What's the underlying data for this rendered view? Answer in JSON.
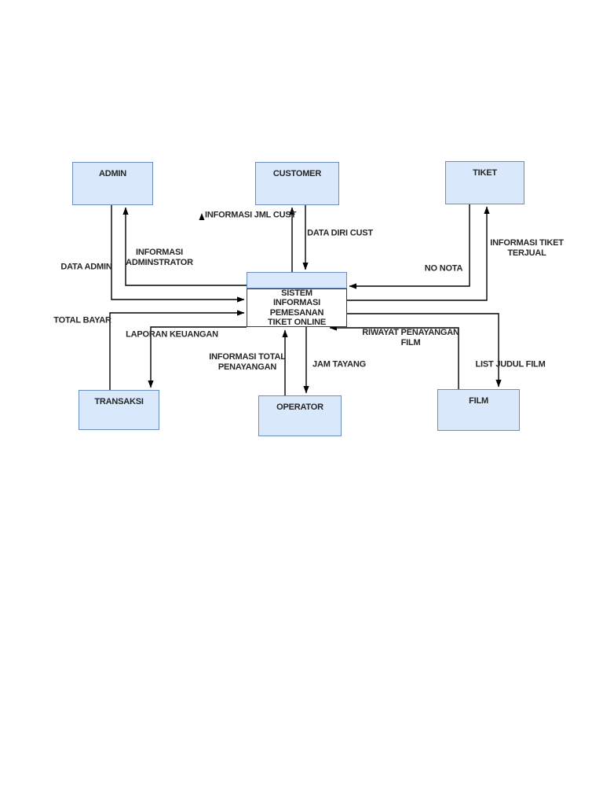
{
  "diagram": {
    "type": "data-flow-diagram",
    "colors": {
      "entity_fill": "#dae8fc",
      "entity_border": "#6c8ebf",
      "process_body_border": "#3d3d3d",
      "line": "#000000",
      "text": "#262626",
      "background": "#ffffff"
    },
    "process": {
      "title": "SISTEM\nINFORMASI\nPEMESANAN\nTIKET ONLINE"
    },
    "entities": [
      {
        "id": "admin",
        "label": "ADMIN"
      },
      {
        "id": "customer",
        "label": "CUSTOMER"
      },
      {
        "id": "tiket",
        "label": "TIKET"
      },
      {
        "id": "transaksi",
        "label": "TRANSAKSI"
      },
      {
        "id": "operator",
        "label": "OPERATOR"
      },
      {
        "id": "film",
        "label": "FILM"
      }
    ],
    "flows": [
      {
        "id": "informasi-jml-cust",
        "label": "INFORMASI JML CUST",
        "from": "SISTEM INFORMASI PEMESANAN TIKET ONLINE",
        "to": "CUSTOMER"
      },
      {
        "id": "data-diri-cust",
        "label": "DATA DIRI CUST",
        "from": "CUSTOMER",
        "to": "SISTEM INFORMASI PEMESANAN TIKET ONLINE"
      },
      {
        "id": "data-admin",
        "label": "DATA ADMIN",
        "from": "ADMIN",
        "to": "SISTEM INFORMASI PEMESANAN TIKET ONLINE"
      },
      {
        "id": "informasi-adminstrator",
        "label": "INFORMASI\nADMINSTRATOR",
        "from": "SISTEM INFORMASI PEMESANAN TIKET ONLINE",
        "to": "ADMIN"
      },
      {
        "id": "no-nota",
        "label": "NO NOTA",
        "from": "TIKET",
        "to": "SISTEM INFORMASI PEMESANAN TIKET ONLINE"
      },
      {
        "id": "informasi-tiket-terjual",
        "label": "INFORMASI TIKET\nTERJUAL",
        "from": "SISTEM INFORMASI PEMESANAN TIKET ONLINE",
        "to": "TIKET"
      },
      {
        "id": "total-bayar",
        "label": "TOTAL BAYAR",
        "from": "TRANSAKSI",
        "to": "SISTEM INFORMASI PEMESANAN TIKET ONLINE"
      },
      {
        "id": "laporan-keuangan",
        "label": "LAPORAN KEUANGAN",
        "from": "SISTEM INFORMASI PEMESANAN TIKET ONLINE",
        "to": "TRANSAKSI"
      },
      {
        "id": "informasi-total-penayangan",
        "label": "INFORMASI TOTAL\nPENAYANGAN",
        "from": "OPERATOR",
        "to": "SISTEM INFORMASI PEMESANAN TIKET ONLINE"
      },
      {
        "id": "jam-tayang",
        "label": "JAM TAYANG",
        "from": "SISTEM INFORMASI PEMESANAN TIKET ONLINE",
        "to": "OPERATOR"
      },
      {
        "id": "riwayat-penayangan-film",
        "label": "RIWAYAT PENAYANGAN\nFILM",
        "from": "FILM",
        "to": "SISTEM INFORMASI PEMESANAN TIKET ONLINE"
      },
      {
        "id": "list-judul-film",
        "label": "LIST JUDUL FILM",
        "from": "SISTEM INFORMASI PEMESANAN TIKET ONLINE",
        "to": "FILM"
      }
    ]
  }
}
